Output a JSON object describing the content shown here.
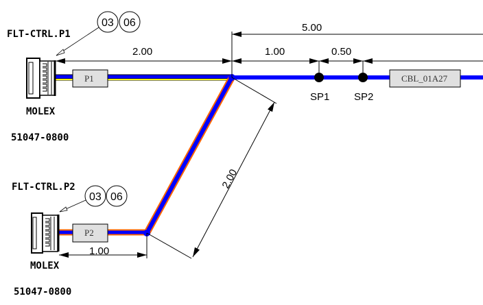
{
  "connectors": [
    {
      "name": "FLT-CTRL.P1",
      "manufacturer": "MOLEX",
      "part_number": "51047-0800",
      "callouts": [
        "03",
        "06"
      ],
      "label": "P1"
    },
    {
      "name": "FLT-CTRL.P2",
      "manufacturer": "MOLEX",
      "part_number": "51047-0800",
      "callouts": [
        "03",
        "06"
      ],
      "label": "P2"
    }
  ],
  "splices": [
    "SP1",
    "SP2"
  ],
  "cable_label": "CBL_01A27",
  "dimensions": {
    "p1_to_junction": "2.00",
    "junction_to_end": "5.00",
    "junction_to_sp1": "1.00",
    "sp1_to_sp2": "0.50",
    "branch": "2.00",
    "p2_to_bend": "1.00"
  },
  "colors": {
    "wire": "#0000ff",
    "stripe_p1": "#ffff00",
    "stripe_p2": "#ff6600",
    "label_box": "#e0e0e0"
  }
}
